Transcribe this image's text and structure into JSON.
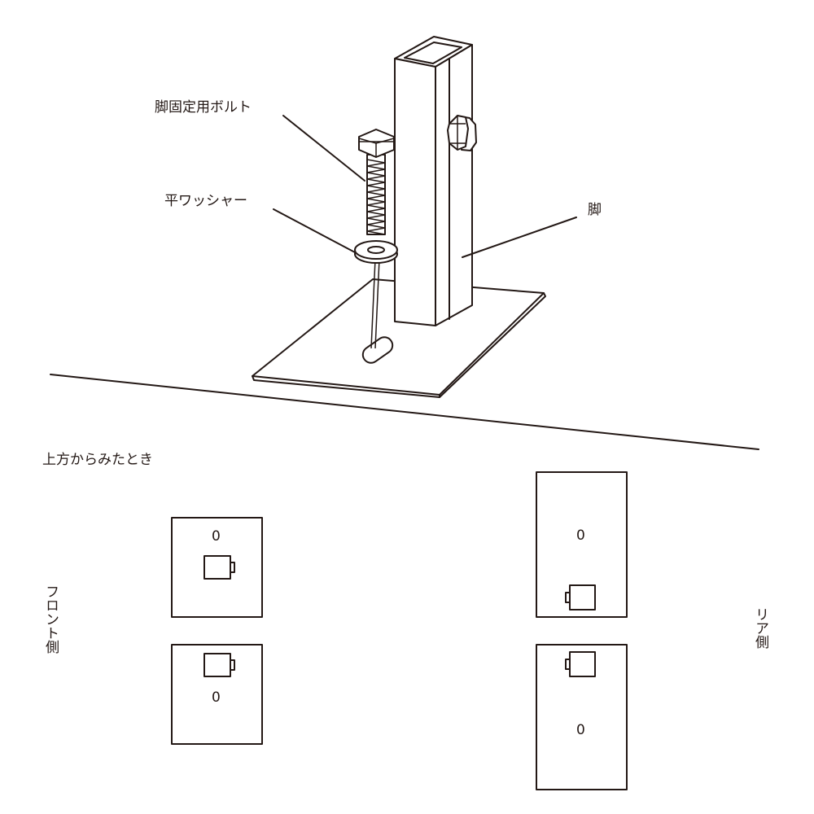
{
  "labels": {
    "bolt": "脚固定用ボルト",
    "washer": "平ワッシャー",
    "leg": "脚",
    "top_view": "上方からみたとき",
    "front_side": "フロント側",
    "rear_side": "リア側"
  },
  "slot_mark": "0"
}
